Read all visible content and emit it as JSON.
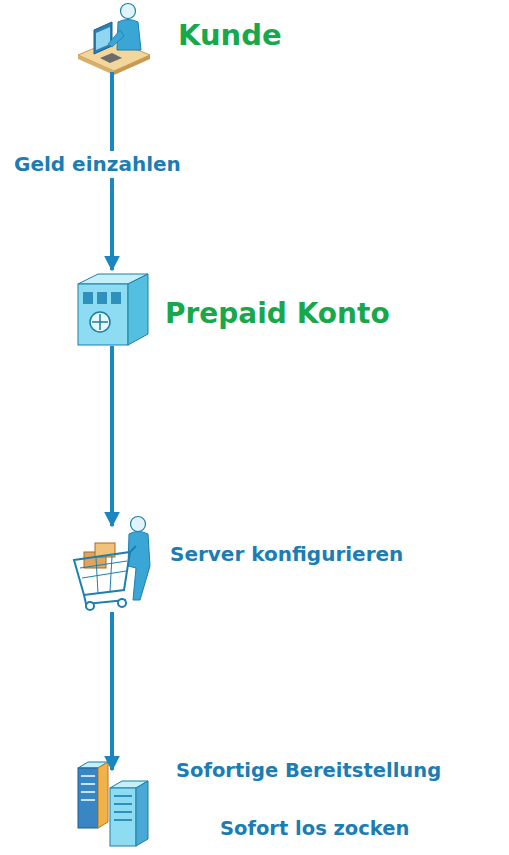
{
  "diagram": {
    "nodes": [
      {
        "text": [
          "Kunde"
        ]
      },
      {
        "text": [
          "Prepaid Konto"
        ]
      },
      {
        "text": [
          "Server konfigurieren"
        ]
      },
      {
        "text": [
          "Sofortige Bereitstellung",
          "Sofort los zocken"
        ]
      }
    ],
    "edges": [
      {
        "from": 0,
        "to": 1,
        "arrow": "to",
        "label": "Geld einzahlen"
      },
      {
        "from": 1,
        "to": 2,
        "arrow": "to"
      },
      {
        "from": 2,
        "to": 3,
        "arrow": "to"
      }
    ]
  }
}
